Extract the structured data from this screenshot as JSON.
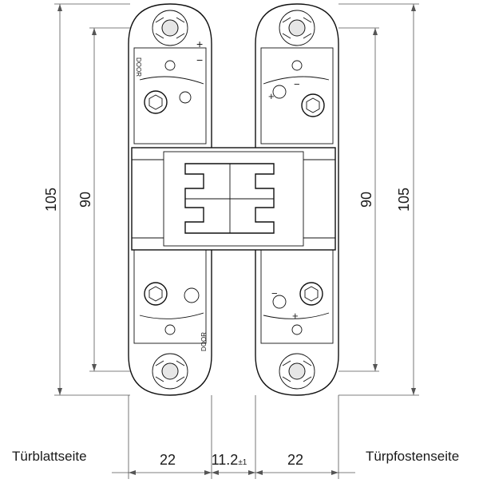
{
  "dimensions": {
    "outer_height": "105",
    "inner_height": "90",
    "leaf_width": "22",
    "gap_main": "11.2",
    "gap_tol": "±1"
  },
  "labels": {
    "door_leaf_side": "Türblattseite",
    "door_frame_side": "Türpfostenseite",
    "door_mark": "DOOR"
  },
  "symbols": {
    "plus": "+",
    "minus": "−"
  }
}
